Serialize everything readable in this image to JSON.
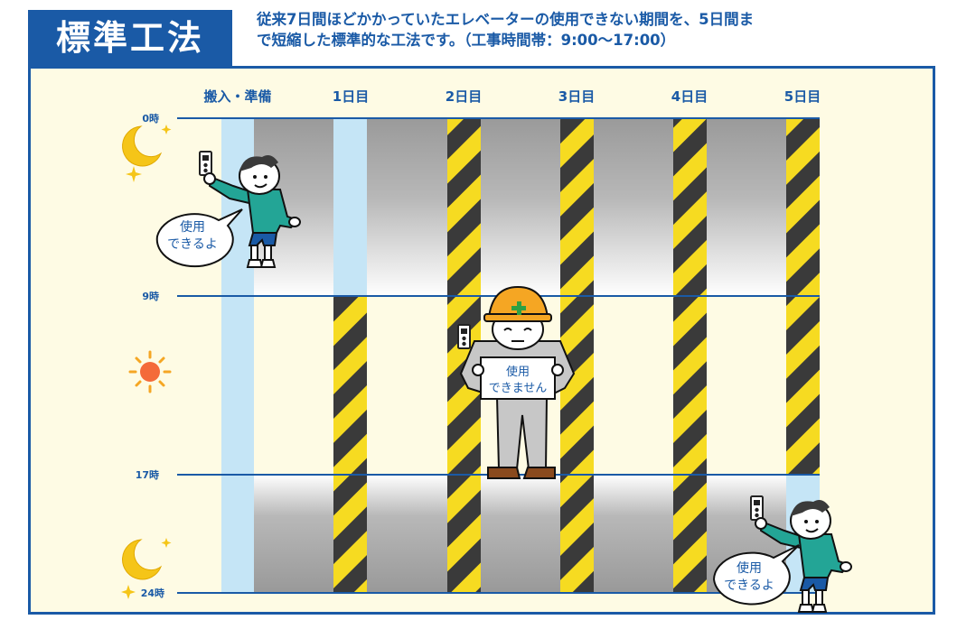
{
  "header": {
    "title": "標準工法",
    "description_line1": "従来7日間ほどかかっていたエレベーターの使用できない期間を、5日間ま",
    "description_line2": "で短縮した標準的な工法です。（工事時間帯：9:00〜17:00）"
  },
  "columns": [
    "搬入・準備",
    "1日目",
    "2日目",
    "3日目",
    "4日目",
    "5日目"
  ],
  "times": [
    "0時",
    "9時",
    "17時",
    "24時"
  ],
  "bubble_available": [
    "使用",
    "できるよ"
  ],
  "sign_unavailable": [
    "使用",
    "できません"
  ],
  "colors": {
    "brand_blue": "#1a5aa6",
    "panel_bg": "#fefbe4",
    "available_blue": "#c5e5f6",
    "closed_gray": "#9b9b9b",
    "stripe_yellow": "#f6db21",
    "stripe_dark": "#3a3a3a"
  },
  "icons": [
    "moon-icon",
    "sun-icon",
    "elevator-button-icon"
  ]
}
